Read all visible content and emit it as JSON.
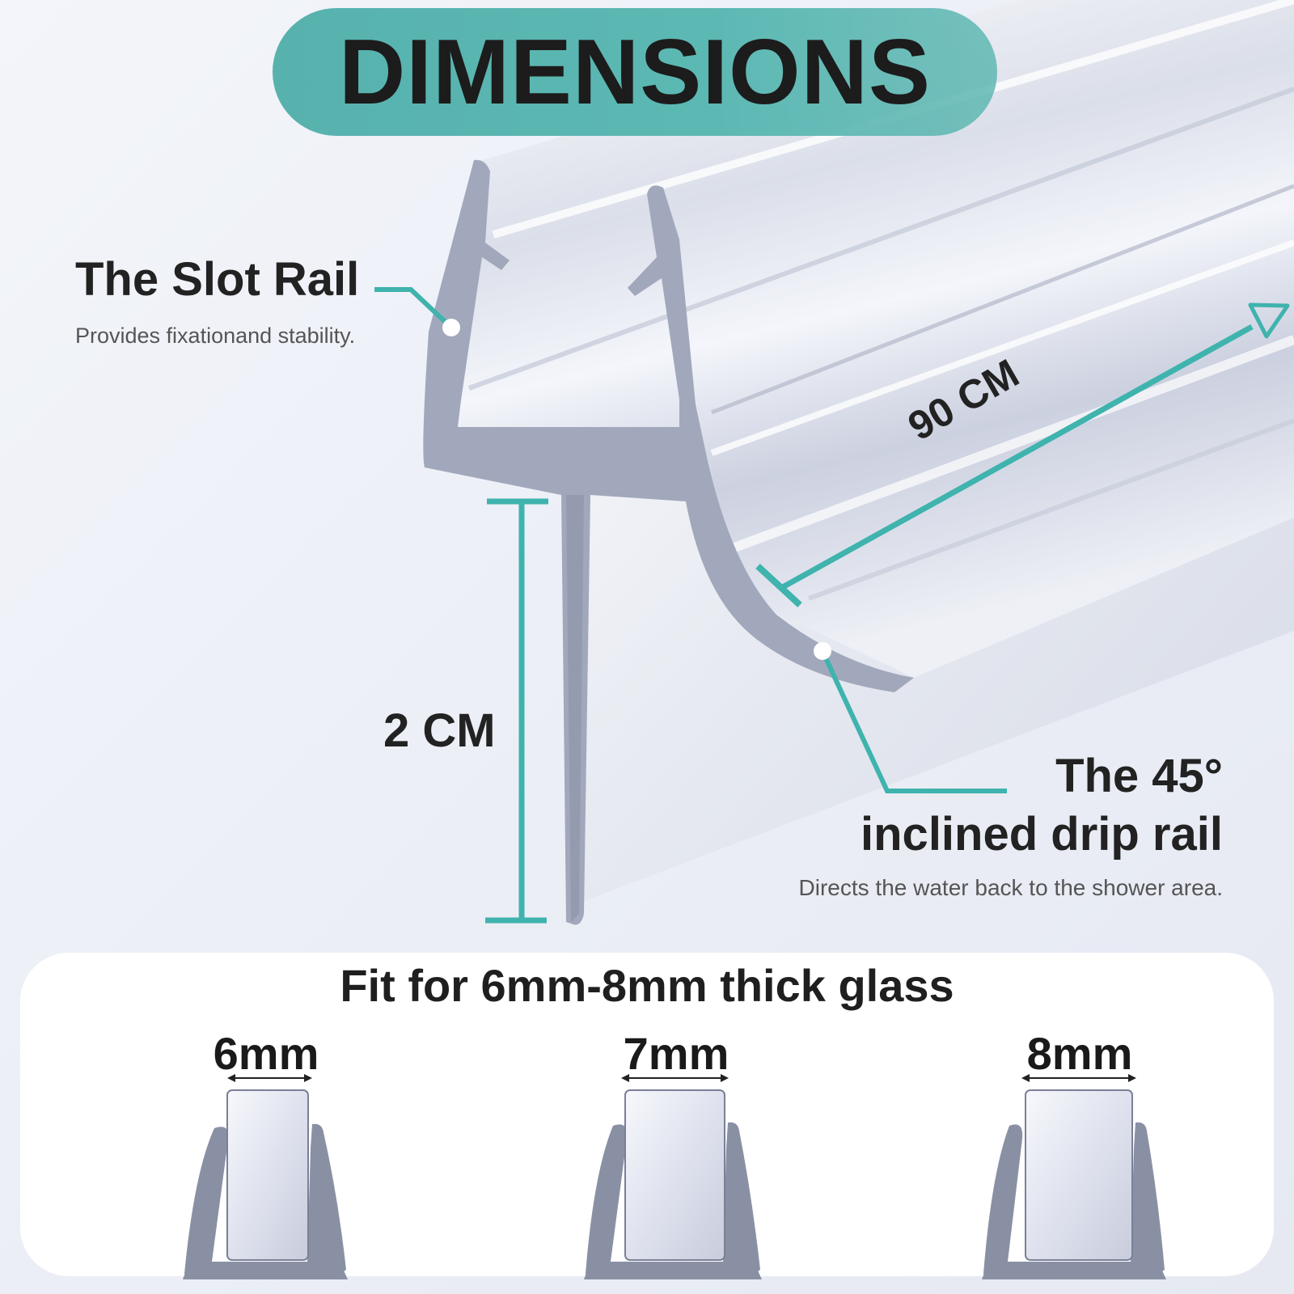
{
  "title": "DIMENSIONS",
  "slot_rail": {
    "title": "The Slot Rail",
    "description": "Provides fixationand stability."
  },
  "drip_rail": {
    "title_line1": "The 45°",
    "title_line2": "inclined drip rail",
    "description": "Directs the water back to the shower area."
  },
  "dimensions": {
    "height": "2 CM",
    "length": "90 CM"
  },
  "fit": {
    "title": "Fit for 6mm-8mm thick glass",
    "sizes": [
      "6mm",
      "7mm",
      "8mm"
    ]
  },
  "colors": {
    "accent": "#3fb3ad",
    "profile": "#9ea4b7",
    "profile_dark": "#858ba0",
    "text": "#222222"
  }
}
